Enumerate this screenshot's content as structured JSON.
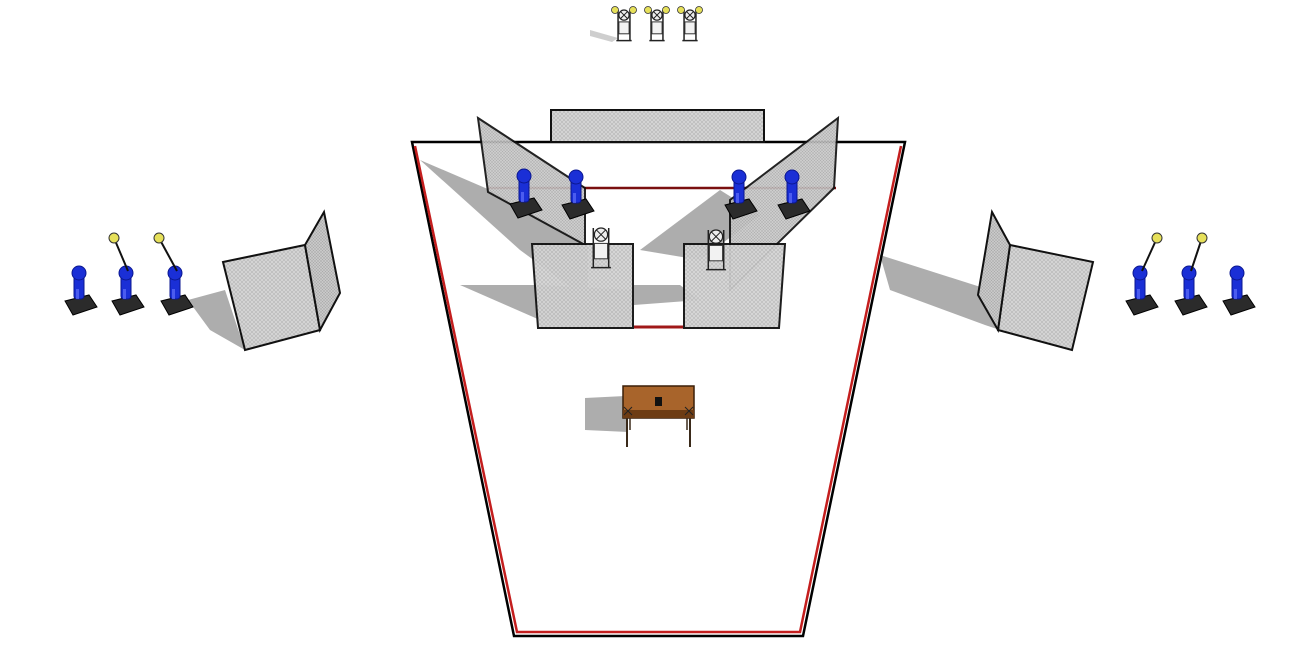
{
  "scene": {
    "background": "#ffffff",
    "colors": {
      "bay_outline": "#000000",
      "bay_edge_red": "#c41e1e",
      "panel_fill": "#cfcfcf",
      "panel_fill_light": "#e4e4e4",
      "panel_border": "#111111",
      "shadow": "#a8a8a8",
      "target_blue": "#1a2fd6",
      "target_blue_dark": "#0b1790",
      "target_base": "#2b2b2b",
      "popper_yellow": "#e6e05a",
      "table_wood": "#a8642b",
      "table_wood_dark": "#6d3c14"
    },
    "objects": [
      {
        "name": "shooting-bay-floor",
        "icon": "trapezoid-outline"
      },
      {
        "name": "back-berm-wall",
        "icon": "barricade"
      },
      {
        "name": "left-wing-wall",
        "icon": "mesh-panel"
      },
      {
        "name": "right-wing-wall",
        "icon": "mesh-panel"
      },
      {
        "name": "left-port-panel",
        "icon": "mesh-panel"
      },
      {
        "name": "right-port-panel",
        "icon": "mesh-panel"
      },
      {
        "name": "start-table",
        "icon": "table"
      },
      {
        "name": "steel-plate-rack",
        "icon": "swinger-target"
      },
      {
        "name": "left-target-array",
        "icon": "popper-target"
      },
      {
        "name": "right-target-array",
        "icon": "popper-target"
      }
    ]
  }
}
